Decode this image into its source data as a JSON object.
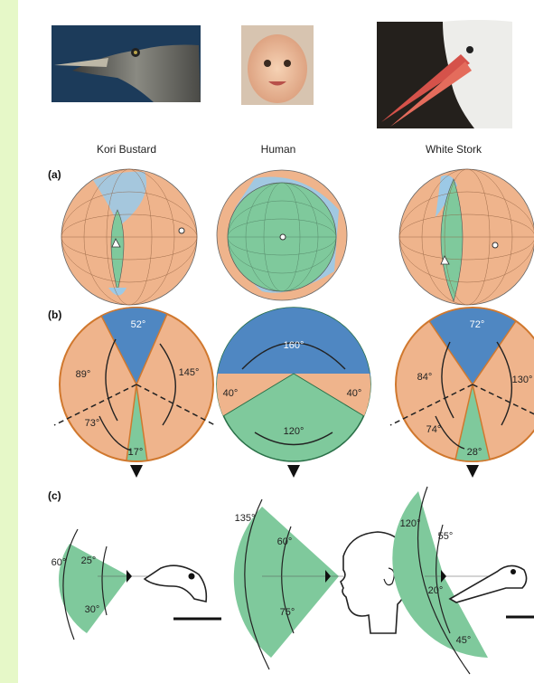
{
  "photos": [
    {
      "name": "Kori Bustard",
      "label": "Kori Bustard"
    },
    {
      "name": "Human",
      "label": "Human"
    },
    {
      "name": "White Stork",
      "label": "White Stork"
    }
  ],
  "panels": {
    "a": "(a)",
    "b": "(b)",
    "c": "(c)"
  },
  "colors": {
    "orange": "#efb48c",
    "green": "#7fc99c",
    "blue": "#4f87c2",
    "lightblue": "#9cc9e6",
    "edge": "#d0782e"
  },
  "b_angles": {
    "bustard": {
      "top": "52°",
      "left": "89°",
      "right": "145°",
      "low": "73°",
      "bottom": "17°"
    },
    "human": {
      "top": "160°",
      "left": "40°",
      "right": "40°",
      "bottom": "120°"
    },
    "stork": {
      "top": "72°",
      "left": "84°",
      "right": "130°",
      "low": "74°",
      "bottom": "28°"
    }
  },
  "c_angles": {
    "bustard": {
      "total": "60°",
      "up": "25°",
      "down": "30°"
    },
    "human": {
      "total": "135°",
      "up": "60°",
      "down": "75°"
    },
    "stork": {
      "total": "120°",
      "up": "55°",
      "mid": "20°",
      "down": "45°"
    }
  }
}
